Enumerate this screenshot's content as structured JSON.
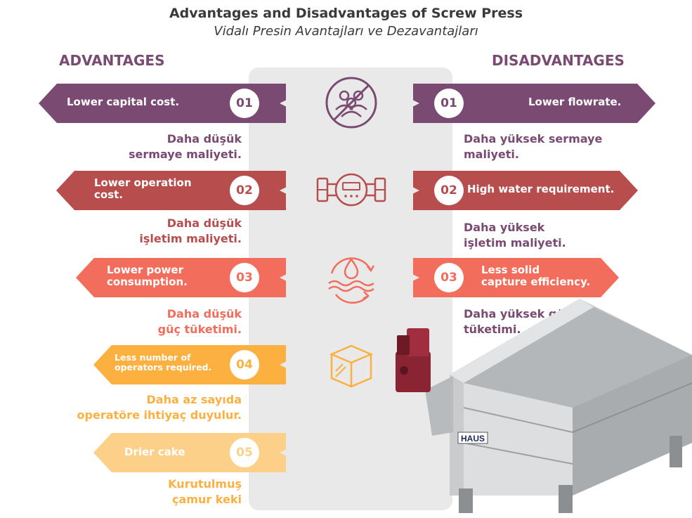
{
  "header": {
    "title": "Advantages and Disadvantages of Screw Press",
    "subtitle": "Vidalı Presin Avantajları ve Dezavantajları"
  },
  "advantages": {
    "heading": "ADVANTAGES",
    "items": [
      {
        "number": "01",
        "label": "Lower capital cost.",
        "translation": [
          "Daha düşük",
          "sermaye maliyeti."
        ],
        "color": "#7a4a72"
      },
      {
        "number": "02",
        "label": [
          "Lower operation",
          "cost."
        ],
        "translation": [
          "Daha düşük",
          "işletim maliyeti."
        ],
        "color": "#b84d4d"
      },
      {
        "number": "03",
        "label": [
          "Lower power",
          "consumption."
        ],
        "translation": [
          "Daha düşük",
          "güç tüketimi."
        ],
        "color": "#f26d5b"
      },
      {
        "number": "04",
        "label": [
          "Less number of",
          "operators required."
        ],
        "translation": [
          "Daha az sayıda",
          "operatöre ihtiyaç duyulur."
        ],
        "color": "#fbb040"
      },
      {
        "number": "05",
        "label": "Drier cake",
        "translation": [
          "Kurutulmuş",
          "çamur keki"
        ],
        "color": "#fdd08a"
      }
    ]
  },
  "disadvantages": {
    "heading": "DISADVANTAGES",
    "items": [
      {
        "number": "01",
        "label": "Lower flowrate.",
        "translation": [
          "Daha yüksek sermaye",
          "maliyeti."
        ],
        "color": "#7a4a72"
      },
      {
        "number": "02",
        "label": "High water requirement.",
        "translation": [
          "Daha yüksek",
          "işletim maliyeti."
        ],
        "color": "#b84d4d"
      },
      {
        "number": "03",
        "label": [
          "Less solid",
          "capture efficiency."
        ],
        "translation": [
          "Daha yüksek güç",
          "tüketimi."
        ],
        "color": "#f26d5b"
      }
    ]
  },
  "icons": [
    "no-people-icon",
    "meter-icon",
    "water-drop-cycle-icon",
    "box-icon"
  ],
  "machine": {
    "brand": "HAUS"
  },
  "colors": {
    "translation_text": "#7a4a72",
    "panel_bg": "#e9e9e9"
  }
}
